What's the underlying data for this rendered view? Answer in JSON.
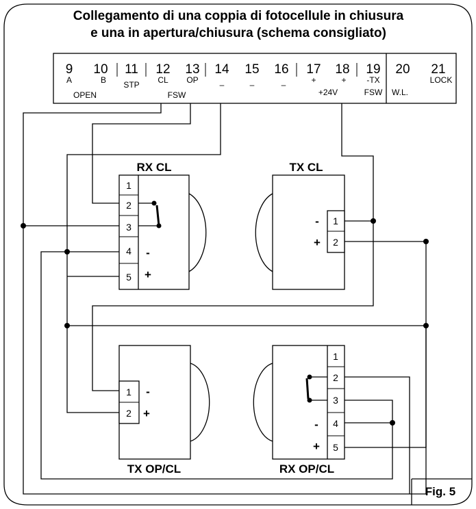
{
  "title_line1": "Collegamento di una coppia di fotocellule in chiusura",
  "title_line2": "e una in apertura/chiusura (schema consigliato)",
  "terminals": [
    {
      "num": "9",
      "sub": "A"
    },
    {
      "num": "10",
      "sub": "B"
    },
    {
      "num": "11",
      "sub": "STP"
    },
    {
      "num": "12",
      "sub": "CL"
    },
    {
      "num": "13",
      "sub": "OP"
    },
    {
      "num": "14",
      "sub": "–"
    },
    {
      "num": "15",
      "sub": "–"
    },
    {
      "num": "16",
      "sub": "–"
    },
    {
      "num": "17",
      "sub": "+"
    },
    {
      "num": "18",
      "sub": "+"
    },
    {
      "num": "19",
      "sub": "-TX"
    },
    {
      "num": "20",
      "sub": ""
    },
    {
      "num": "21",
      "sub": "LOCK"
    }
  ],
  "groups": {
    "open": "OPEN",
    "fsw": "FSW",
    "plus24": "+24V",
    "fsw2": "FSW",
    "wl": "W.L."
  },
  "devices": {
    "rx_cl": {
      "label": "RX CL",
      "pins": [
        "1",
        "2",
        "3",
        "4",
        "5"
      ],
      "signs": [
        "-",
        "+"
      ]
    },
    "tx_cl": {
      "label": "TX CL",
      "pins": [
        "1",
        "2"
      ],
      "signs": [
        "-",
        "+"
      ]
    },
    "tx_opcl": {
      "label": "TX OP/CL",
      "pins": [
        "1",
        "2"
      ],
      "signs": [
        "-",
        "+"
      ]
    },
    "rx_opcl": {
      "label": "RX OP/CL",
      "pins": [
        "1",
        "2",
        "3",
        "4",
        "5"
      ],
      "signs": [
        "-",
        "+"
      ]
    }
  },
  "figure_label": "Fig. 5"
}
